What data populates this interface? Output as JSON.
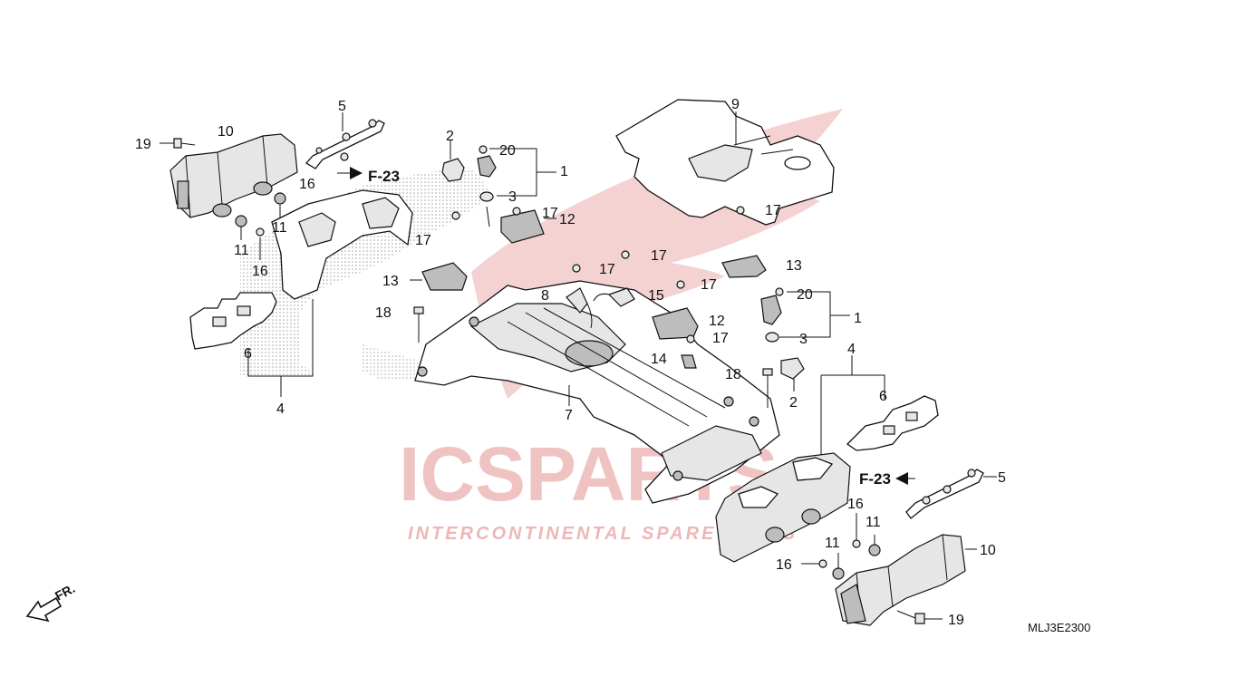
{
  "watermark": {
    "brand": "ICSPARTS",
    "tagline": "INTERCONTINENTAL SPARE PARTS",
    "colors": {
      "wing": "#f3c7c7",
      "brand_red": "#e9a6a6",
      "brand_gray": "#d4d4d4"
    }
  },
  "diagram_code": "MLJ3E2300",
  "front_indicator": "FR.",
  "references": {
    "left": "F-23",
    "right": "F-23"
  },
  "callouts": [
    {
      "id": "c1",
      "text": "1"
    },
    {
      "id": "c2",
      "text": "2"
    },
    {
      "id": "c3",
      "text": "3"
    },
    {
      "id": "c4",
      "text": "4"
    },
    {
      "id": "c5",
      "text": "5"
    },
    {
      "id": "c6",
      "text": "6"
    },
    {
      "id": "c7",
      "text": "7"
    },
    {
      "id": "c8",
      "text": "8"
    },
    {
      "id": "c9",
      "text": "9"
    },
    {
      "id": "c10",
      "text": "10"
    },
    {
      "id": "c11",
      "text": "11"
    },
    {
      "id": "c12",
      "text": "12"
    },
    {
      "id": "c13",
      "text": "13"
    },
    {
      "id": "c14",
      "text": "14"
    },
    {
      "id": "c15",
      "text": "15"
    },
    {
      "id": "c16",
      "text": "16"
    },
    {
      "id": "c17",
      "text": "17"
    },
    {
      "id": "c18",
      "text": "18"
    },
    {
      "id": "c19",
      "text": "19"
    },
    {
      "id": "c20",
      "text": "20"
    }
  ]
}
